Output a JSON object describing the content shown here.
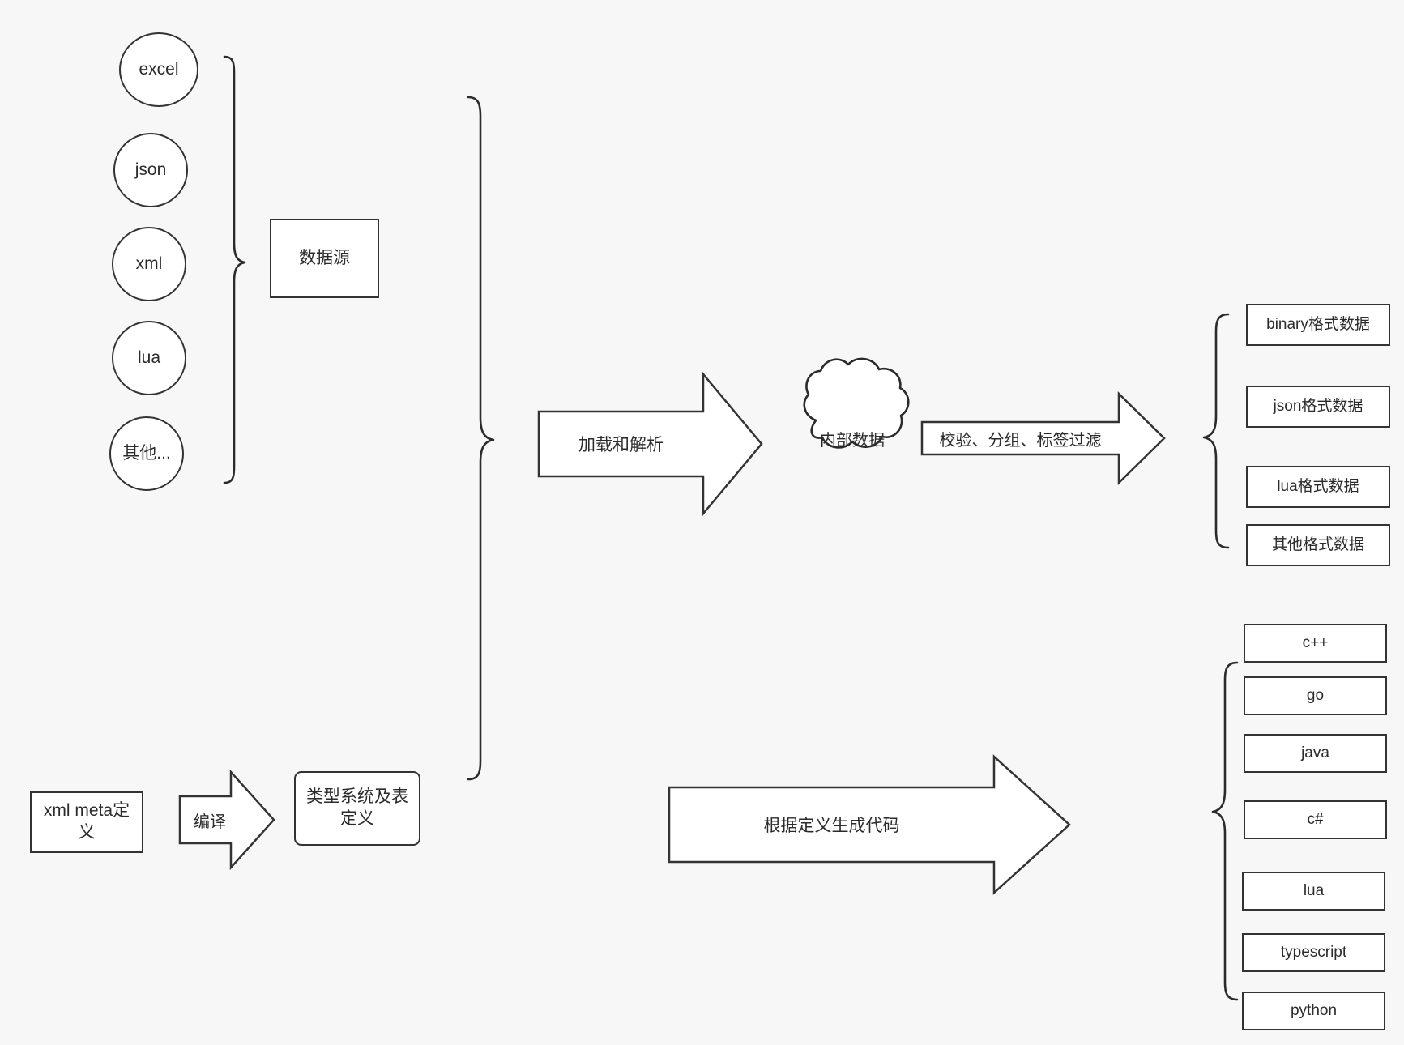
{
  "diagram": {
    "title": "数据配置与代码生成流程图",
    "background_color": "#f7f7f7",
    "stroke_color": "#333333",
    "fill_color": "#ffffff",
    "text_color": "#2b2b2b"
  },
  "sources": {
    "items": [
      {
        "label": "excel"
      },
      {
        "label": "json"
      },
      {
        "label": "xml"
      },
      {
        "label": "lua"
      },
      {
        "label": "其他..."
      }
    ],
    "group_label": "数据源"
  },
  "meta": {
    "input_label": "xml meta定义",
    "compile_arrow_label": "编译",
    "output_label": "类型系统及表定义"
  },
  "pipeline": {
    "load_arrow_label": "加载和解析",
    "cloud_label": "内部数据",
    "filter_arrow_label": "校验、分组、标签过滤",
    "codegen_arrow_label": "根据定义生成代码"
  },
  "outputs": {
    "data_formats": [
      {
        "label": "binary格式数据"
      },
      {
        "label": "json格式数据"
      },
      {
        "label": "lua格式数据"
      },
      {
        "label": "其他格式数据"
      }
    ],
    "languages": [
      {
        "label": "c++"
      },
      {
        "label": "go"
      },
      {
        "label": "java"
      },
      {
        "label": "c#"
      },
      {
        "label": "lua"
      },
      {
        "label": "typescript"
      },
      {
        "label": "python"
      }
    ]
  }
}
